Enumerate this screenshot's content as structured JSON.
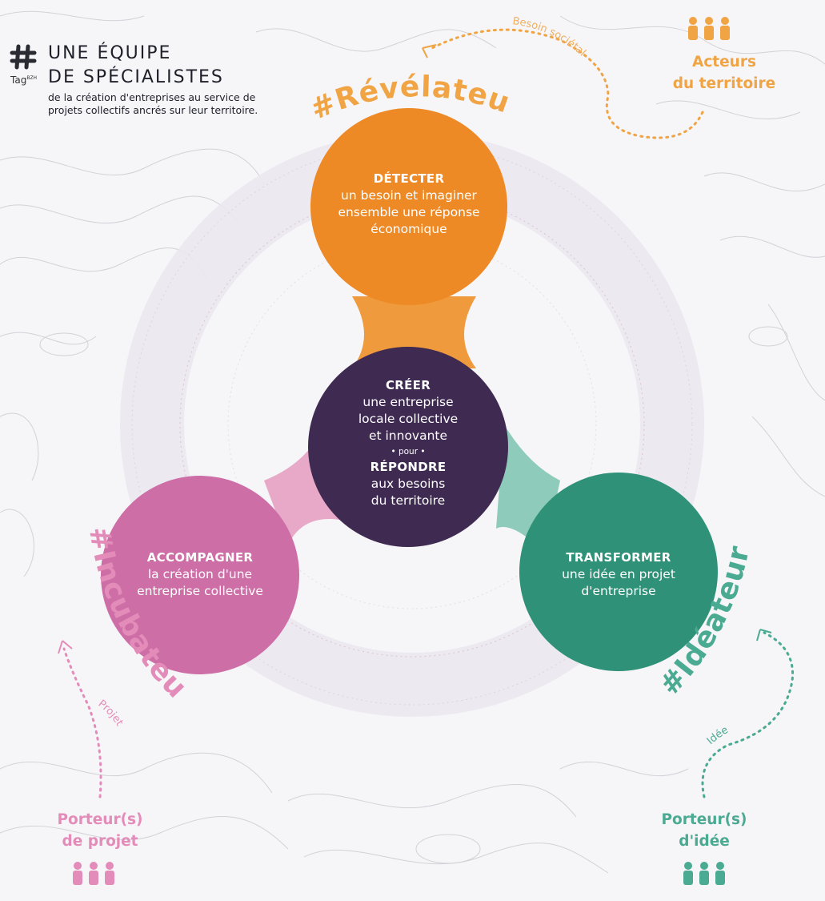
{
  "header": {
    "logo_text": "Tag",
    "logo_suffix": "BZH",
    "title_line1": "UNE ÉQUIPE",
    "title_line2": "DE SPÉCIALISTES",
    "subtitle": "de la création d'entreprises au service de projets collectifs ancrés sur leur territoire."
  },
  "roles": {
    "revelateur": "#Révélateur",
    "incubateur": "#Incubateur",
    "ideateur": "#Idéateur"
  },
  "circles": {
    "detecter": {
      "head": "DÉTECTER",
      "line1": "un besoin et imaginer",
      "line2": "ensemble une réponse",
      "line3": "économique"
    },
    "center": {
      "head": "CRÉER",
      "line1": "une entreprise",
      "line2": "locale collective",
      "line3": "et innovante",
      "pour": "• pour •",
      "head2": "RÉPONDRE",
      "line4": "aux besoins",
      "line5": "du territoire"
    },
    "accompagner": {
      "head": "ACCOMPAGNER",
      "line1": "la création d'une",
      "line2": "entreprise collective"
    },
    "transformer": {
      "head": "TRANSFORMER",
      "line1": "une idée en projet",
      "line2": "d'entreprise"
    }
  },
  "flows": {
    "besoin": "Besoin sociétal",
    "projet": "Projet",
    "idee": "Idée"
  },
  "actors": {
    "territoire_line1": "Acteurs",
    "territoire_line2": "du territoire",
    "projet_line1": "Porteur(s)",
    "projet_line2": "de projet",
    "idee_line1": "Porteur(s)",
    "idee_line2": "d'idée"
  },
  "colors": {
    "orange": "#ee8a26",
    "purple": "#3f2a52",
    "pink": "#cd6ea6",
    "teal": "#2e9178",
    "orange_light": "#f0b060",
    "pink_light": "#e48cb9",
    "teal_light": "#4aaa92"
  }
}
